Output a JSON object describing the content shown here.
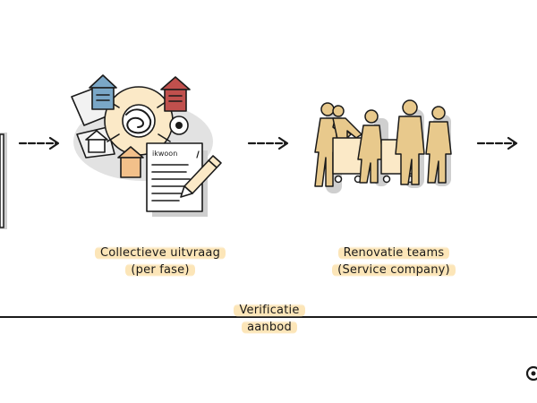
{
  "steps": [
    {
      "id": "collectieve-uitvraag",
      "lines": [
        "Collectieve uitvraag",
        "(per fase)"
      ],
      "document_text": "ikwoon"
    },
    {
      "id": "renovatie-teams",
      "lines": [
        "Renovatie teams",
        "(Service company)"
      ]
    }
  ],
  "timeline": {
    "lines": [
      "Verificatie",
      "aanbod"
    ]
  },
  "colors": {
    "ink": "#1a1a1a",
    "highlight": "#fce4b4",
    "people": "#e8c98c",
    "house_blue": "#7aa7c7",
    "house_red": "#c0504d",
    "shadow": "#cfcfcf"
  },
  "icons": [
    "arrow-right-icon",
    "houses-collective-icon",
    "document-pencil-icon",
    "renovation-team-icon",
    "logo-icon"
  ]
}
